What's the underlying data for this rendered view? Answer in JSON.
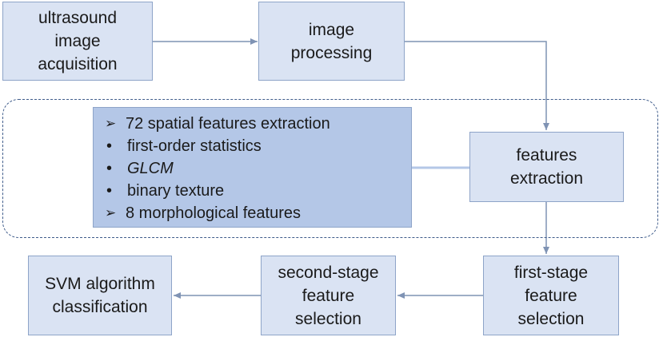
{
  "nodes": {
    "acquisition": "ultrasound\nimage\nacquisition",
    "processing": "image\nprocessing",
    "extraction": "features\nextraction",
    "first_stage": "first-stage\nfeature\nselection",
    "second_stage": "second-stage\nfeature\nselection",
    "svm": "SVM algorithm\nclassification"
  },
  "features_panel": {
    "items": [
      {
        "marker": "➢",
        "text": "72 spatial features extraction",
        "italic": false
      },
      {
        "marker": "•",
        "text": "first-order statistics",
        "italic": false
      },
      {
        "marker": "•",
        "text": "GLCM",
        "italic": true
      },
      {
        "marker": "•",
        "text": "binary texture",
        "italic": false
      },
      {
        "marker": "➢",
        "text": "8 morphological features",
        "italic": false
      }
    ]
  },
  "colors": {
    "box_fill": "#dae3f3",
    "panel_fill": "#b4c7e7",
    "arrow": "#7f93b4",
    "dashed_border": "#3e5b8a"
  }
}
